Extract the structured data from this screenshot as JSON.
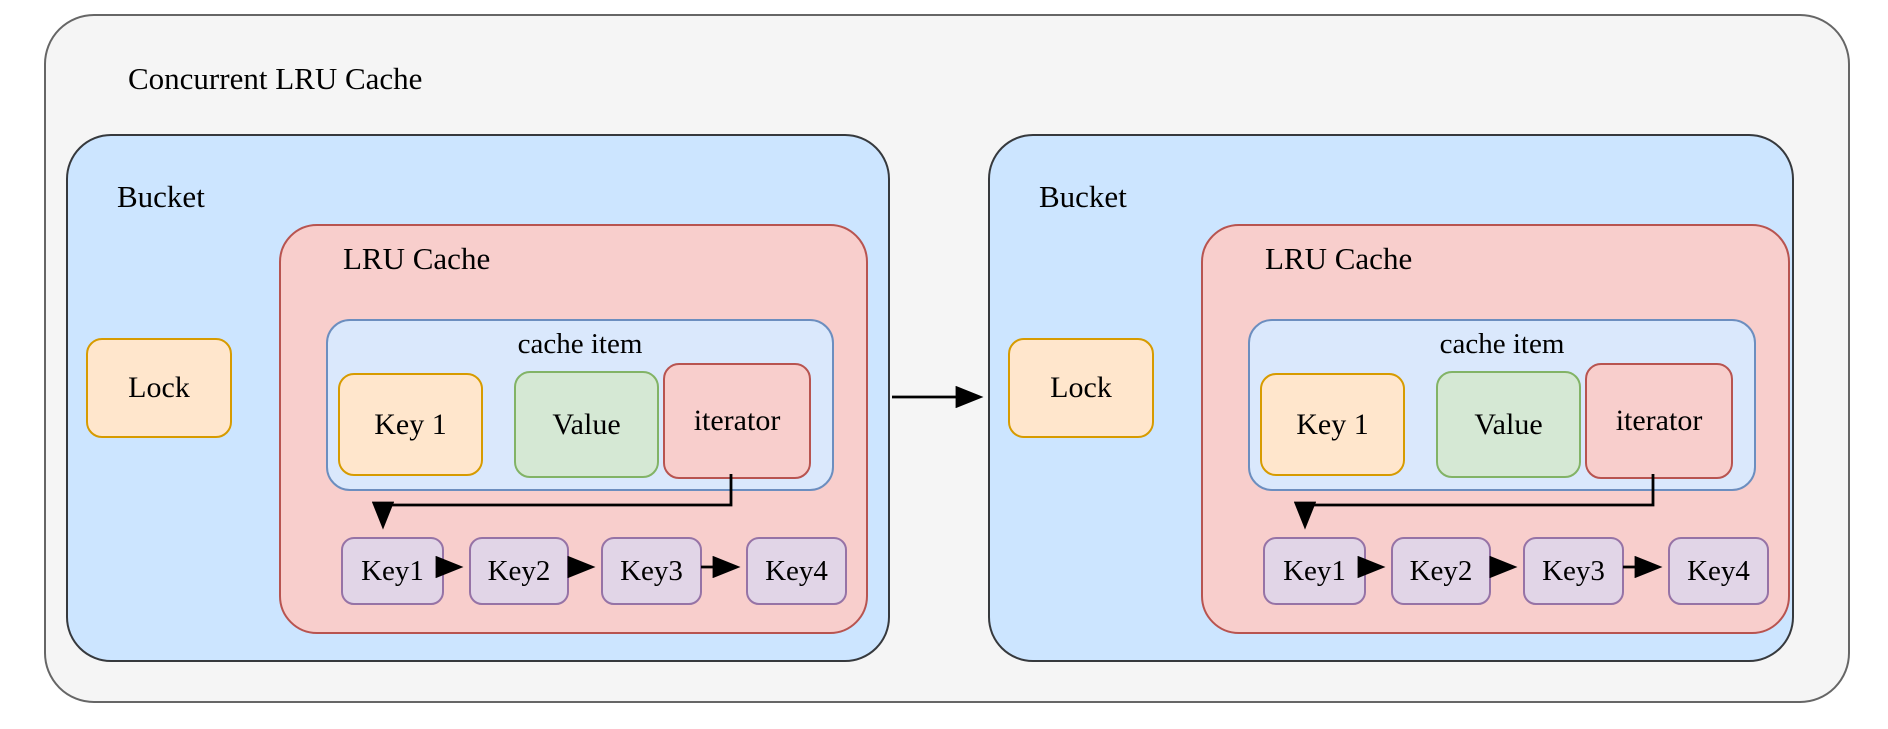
{
  "diagram": {
    "title": "Concurrent LRU Cache",
    "buckets": [
      {
        "label": "Bucket",
        "lock_label": "Lock",
        "lru": {
          "label": "LRU Cache",
          "cache_item": {
            "label": "cache item",
            "key_label": "Key 1",
            "value_label": "Value",
            "iterator_label": "iterator"
          },
          "keys": [
            "Key1",
            "Key2",
            "Key3",
            "Key4"
          ]
        }
      },
      {
        "label": "Bucket",
        "lock_label": "Lock",
        "lru": {
          "label": "LRU Cache",
          "cache_item": {
            "label": "cache item",
            "key_label": "Key 1",
            "value_label": "Value",
            "iterator_label": "iterator"
          },
          "keys": [
            "Key1",
            "Key2",
            "Key3",
            "Key4"
          ]
        }
      }
    ],
    "edges": [
      "iterator -> Key1 (bucket 1 key list)",
      "Key1 -> Key2 -> Key3 -> Key4 (bucket 1)",
      "bucket 1 -> bucket 2",
      "iterator -> Key1 (bucket 2 key list)",
      "Key1 -> Key2 -> Key3 -> Key4 (bucket 2)"
    ]
  },
  "theme": {
    "canvas_bg": "#ffffff",
    "outer_fill": "#f5f5f5",
    "outer_stroke": "#666666",
    "bucket_fill": "#cce5ff",
    "bucket_stroke": "#36393d",
    "lru_fill": "#f8cecc",
    "lru_stroke": "#b85450",
    "lock_fill": "#ffe6cc",
    "lock_stroke": "#d79b00",
    "cache_item_fill": "#dae8fc",
    "cache_item_stroke": "#6c8ebf",
    "value_fill": "#d5e8d4",
    "value_stroke": "#82b366",
    "iterator_fill": "#f8cecc",
    "iterator_stroke": "#b85450",
    "key_node_fill": "#e1d5e7",
    "key_node_stroke": "#9673a6",
    "arrow_color": "#000000"
  }
}
